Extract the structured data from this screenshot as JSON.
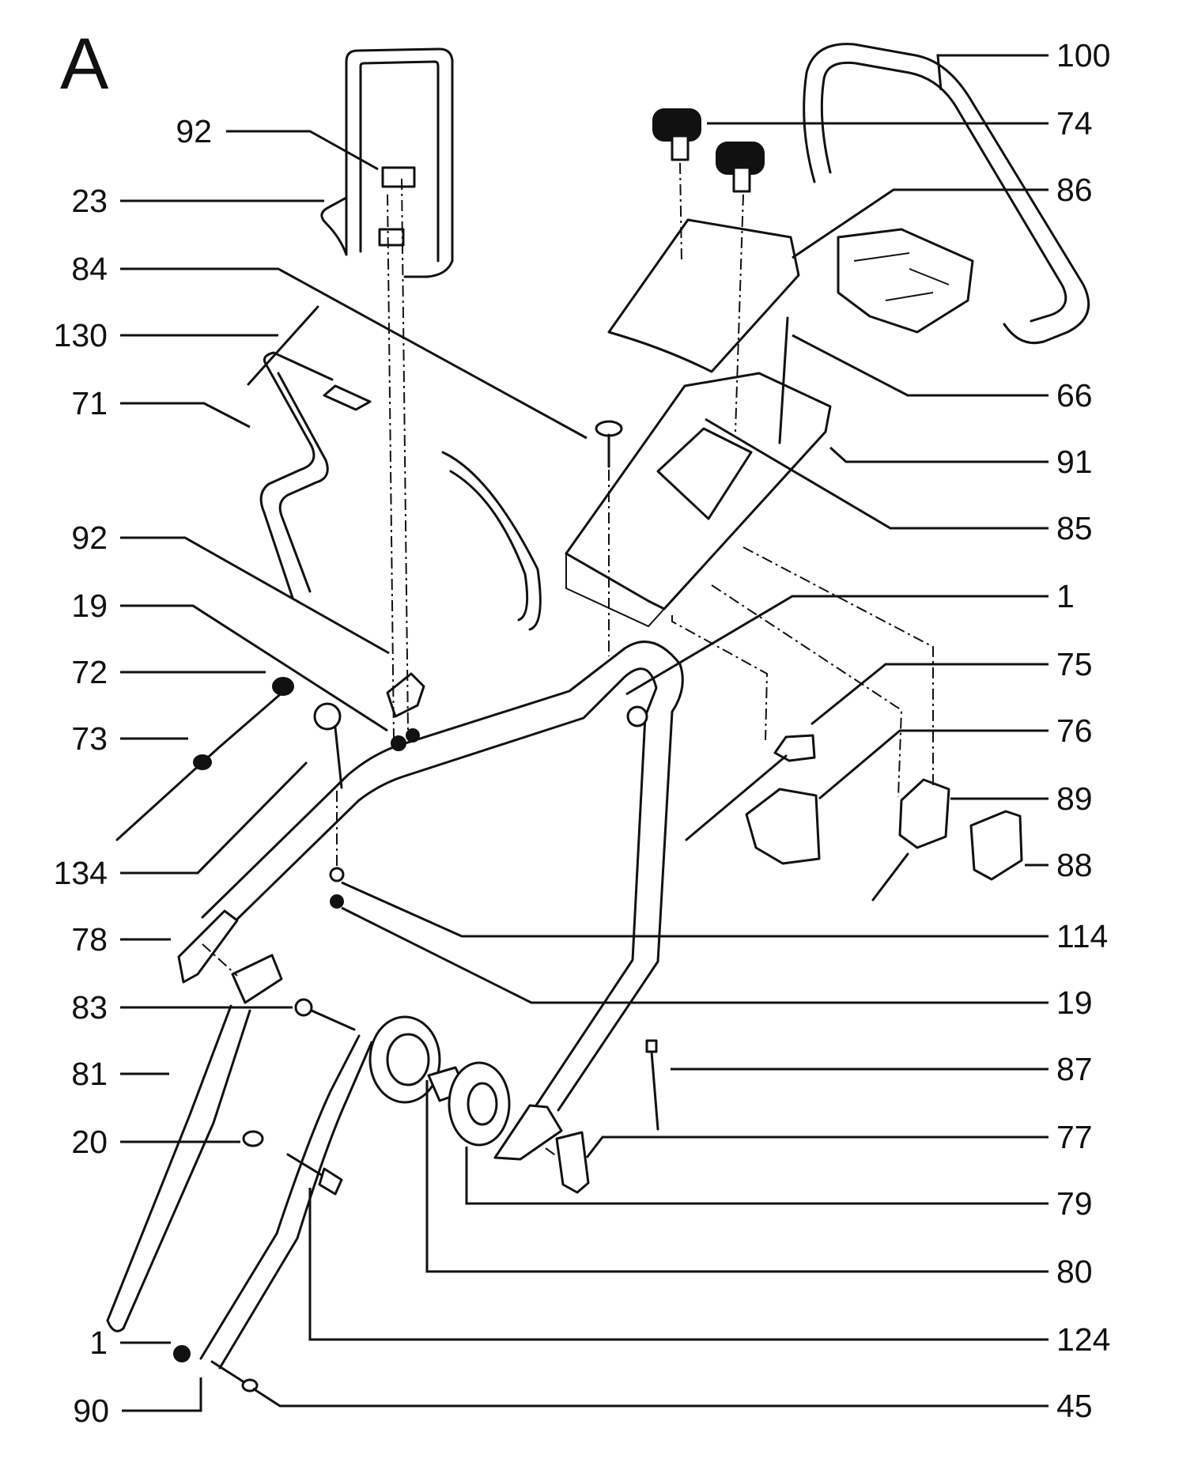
{
  "title": "A",
  "callouts_left": [
    "92",
    "23",
    "84",
    "130",
    "71",
    "92",
    "19",
    "72",
    "73",
    "134",
    "78",
    "83",
    "81",
    "20",
    "1",
    "90"
  ],
  "callouts_right": [
    "100",
    "74",
    "86",
    "66",
    "91",
    "85",
    "1",
    "75",
    "76",
    "89",
    "88",
    "114",
    "19",
    "87",
    "77",
    "79",
    "80",
    "124",
    "45"
  ]
}
